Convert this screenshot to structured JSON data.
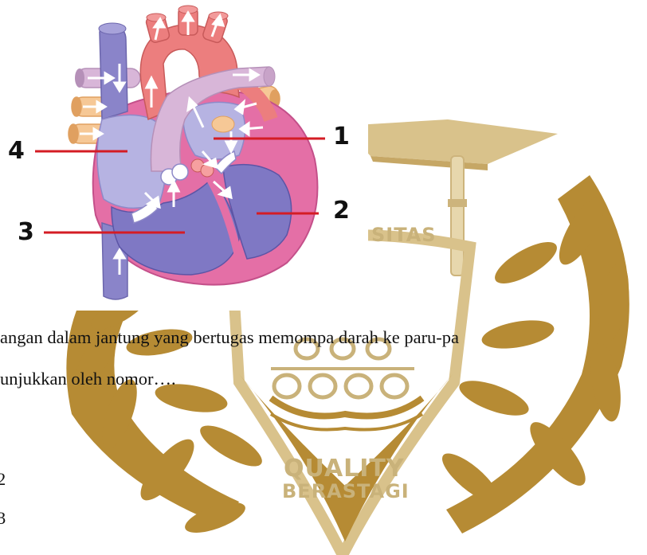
{
  "diagram": {
    "labels": {
      "n1": "1",
      "n2": "2",
      "n3": "3",
      "n4": "4"
    }
  },
  "question": {
    "line1": "angan dalam jantung yang bertugas memompa darah ke paru-pa",
    "line2": "unjukkan oleh nomor…."
  },
  "options": {
    "a": "",
    "b": "2",
    "c": "3"
  },
  "watermark": {
    "sitas": "SITAS",
    "quality": "QUALITY",
    "berastagi": "BERASTAGI",
    "primary_color": "#b68b34",
    "light_color": "#d9c28b"
  },
  "colors": {
    "heart_pink": "#e46fa6",
    "vena_cava": "#8a84c9",
    "aorta": "#ec7e7e",
    "pulmonary": "#d8b6d8",
    "atrium": "#b6b3e2",
    "ventricle": "#7f78c4",
    "pulmonary_vein": "#f6c896",
    "label_line": "#d41c24"
  }
}
